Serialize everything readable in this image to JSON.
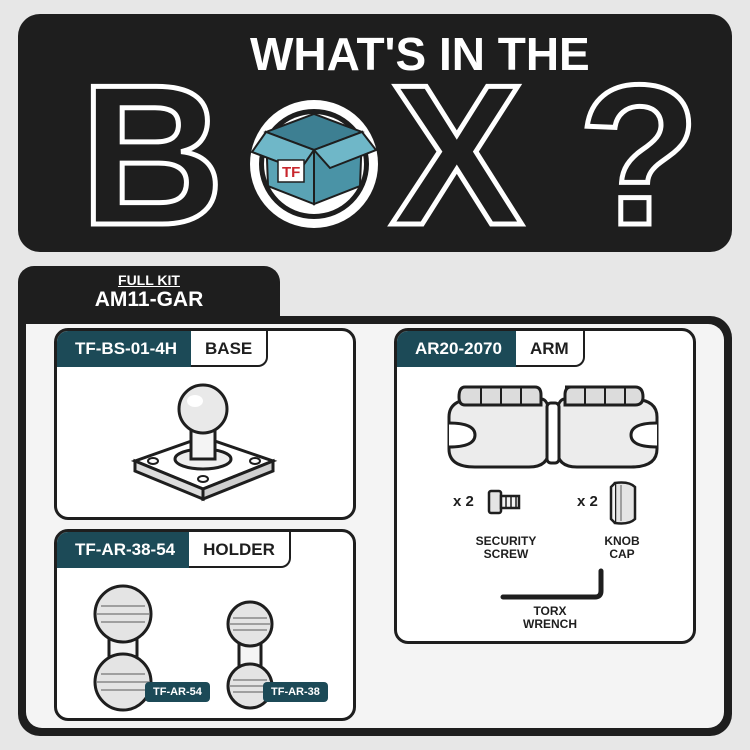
{
  "banner": {
    "headline": "WHAT'S IN THE",
    "big_b": "B",
    "big_x": "X",
    "big_q": "?",
    "logo": "TF"
  },
  "kit": {
    "sub_label": "FULL KIT",
    "code": "AM11-GAR"
  },
  "cards": {
    "base": {
      "code": "TF-BS-01-4H",
      "name": "BASE"
    },
    "holder": {
      "code": "TF-AR-38-54",
      "name": "HOLDER",
      "labels": [
        "TF-AR-54",
        "TF-AR-38"
      ]
    },
    "arm": {
      "code": "AR20-2070",
      "name": "ARM",
      "screw_qty": "x 2",
      "screw_label": [
        "SECURITY",
        "SCREW"
      ],
      "cap_qty": "x 2",
      "cap_label": [
        "KNOB",
        "CAP"
      ],
      "wrench_label": [
        "TORX",
        "WRENCH"
      ]
    }
  },
  "colors": {
    "dark": "#1e1e1e",
    "teal": "#1c4a57",
    "box_blue": "#5aa3b5",
    "red": "#c8262d"
  }
}
